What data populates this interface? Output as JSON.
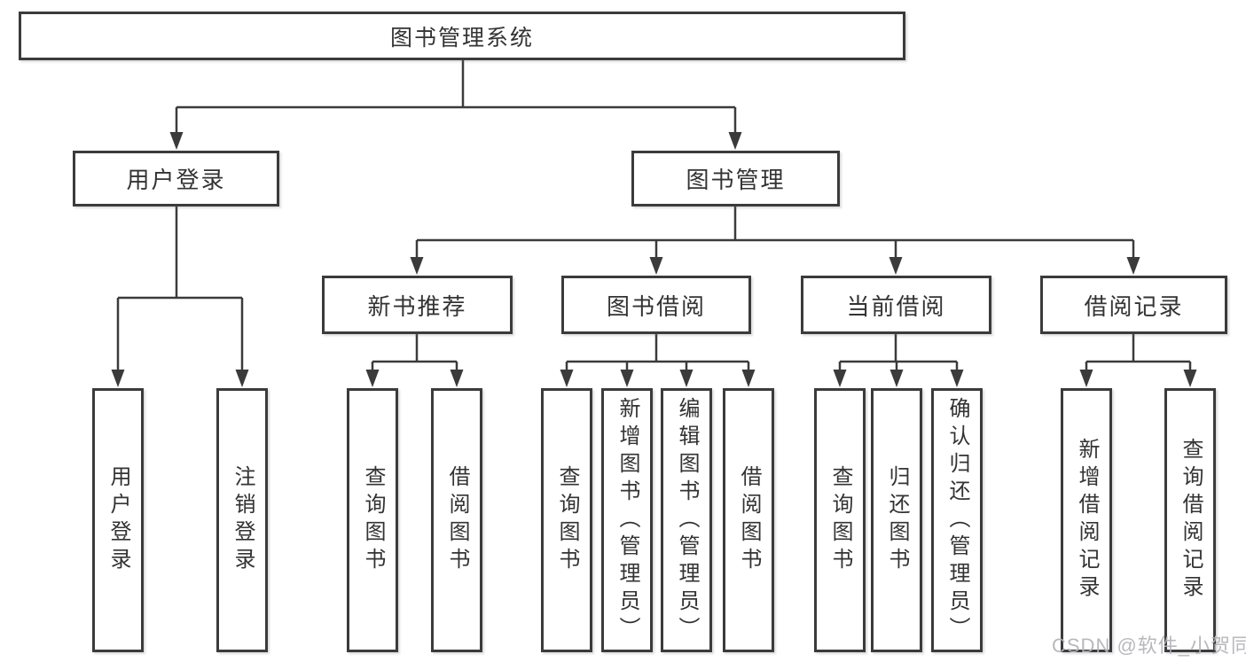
{
  "diagram": {
    "root": {
      "label": "图书管理系统"
    },
    "level1": [
      {
        "label": "用户登录"
      },
      {
        "label": "图书管理"
      }
    ],
    "level2": [
      {
        "label": "新书推荐"
      },
      {
        "label": "图书借阅"
      },
      {
        "label": "当前借阅"
      },
      {
        "label": "借阅记录"
      }
    ],
    "level3_groups": {
      "user_login": [
        "用户登录",
        "注销登录"
      ],
      "new_book_recommendation": [
        "查询图书",
        "借阅图书"
      ],
      "book_borrowing": [
        "查询图书",
        "新增图书（管理员）",
        "编辑图书（管理员）",
        "借阅图书"
      ],
      "current_borrowing": [
        "查询图书",
        "归还图书",
        "确认归还（管理员）"
      ],
      "borrowing_records": [
        "新增借阅记录",
        "查询借阅记录"
      ]
    },
    "colors": {
      "line_and_border": "#3b3b3b",
      "text": "#333333",
      "watermark": "#b2b2b8",
      "background": "#ffffff"
    }
  },
  "watermark": {
    "text": "CSDN @软件_小贺同学"
  }
}
